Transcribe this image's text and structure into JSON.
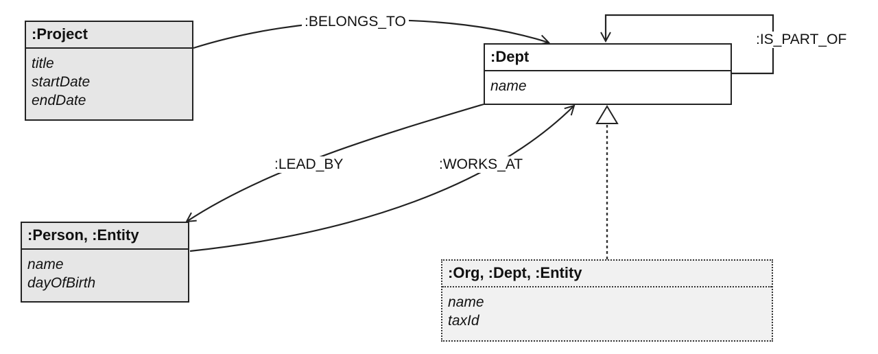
{
  "classes": {
    "project": {
      "name": ":Project",
      "attributes": [
        "title",
        "startDate",
        "endDate"
      ]
    },
    "dept": {
      "name": ":Dept",
      "attributes": [
        "name"
      ]
    },
    "person": {
      "name": ":Person, :Entity",
      "attributes": [
        "name",
        "dayOfBirth"
      ]
    },
    "org": {
      "name": ":Org, :Dept, :Entity",
      "attributes": [
        "name",
        "taxId"
      ]
    }
  },
  "relationships": {
    "belongs_to": ":BELONGS_TO",
    "is_part_of": ":IS_PART_OF",
    "lead_by": ":LEAD_BY",
    "works_at": ":WORKS_AT"
  }
}
